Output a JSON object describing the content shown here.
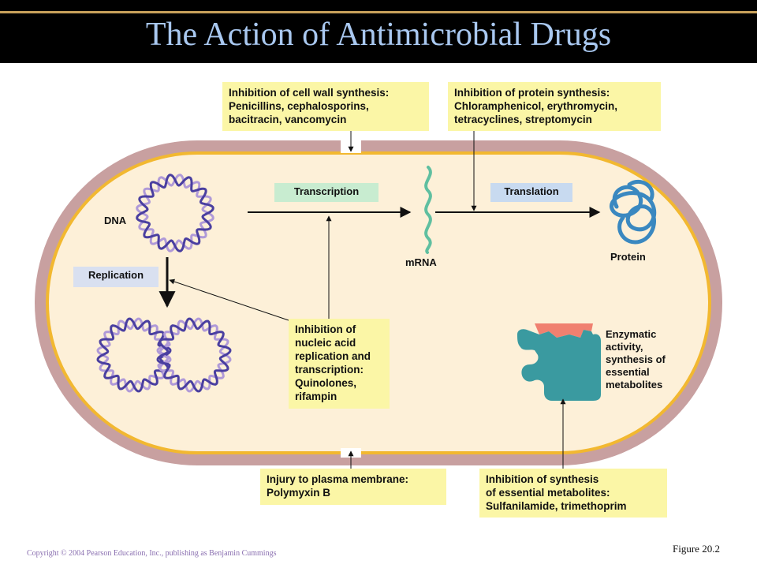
{
  "slide": {
    "title": "The Action of Antimicrobial Drugs",
    "copyright": "Copyright © 2004 Pearson Education, Inc., publishing as Benjamin Cummings",
    "figure_label": "Figure 20.2"
  },
  "colors": {
    "header_bg": "#000000",
    "title_text": "#a9c8f0",
    "cell_wall": "#c8a0a0",
    "cytoplasm": "#fdf0d8",
    "membrane": "#f2b830",
    "callout_box": "#fbf6a6",
    "transcription_tag": "#c8ecd0",
    "translation_tag": "#c8daf0",
    "replication_tag": "#d9e0f0",
    "dna": "#4a3fa0",
    "mrna": "#5fbfa0",
    "protein": "#3a88c0",
    "enzyme": "#3a9aa0",
    "substrate": "#f08070"
  },
  "labels": {
    "dna": "DNA",
    "mrna": "mRNA",
    "protein": "Protein",
    "transcription": "Transcription",
    "translation": "Translation",
    "replication": "Replication",
    "enzymatic": [
      "Enzymatic",
      "activity,",
      "synthesis of",
      "essential",
      "metabolites"
    ]
  },
  "callouts": {
    "cell_wall": [
      "Inhibition of cell wall synthesis:",
      "Penicillins, cephalosporins,",
      "bacitracin, vancomycin"
    ],
    "protein_synthesis": [
      "Inhibition of protein synthesis:",
      "Chloramphenicol, erythromycin,",
      "tetracyclines, streptomycin"
    ],
    "nucleic_acid": [
      "Inhibition of",
      "nucleic acid",
      "replication and",
      "transcription:",
      "Quinolones,",
      "rifampin"
    ],
    "plasma_membrane": [
      "Injury to plasma membrane:",
      "Polymyxin B"
    ],
    "metabolites": [
      "Inhibition of synthesis",
      "of essential metabolites:",
      "Sulfanilamide, trimethoprim"
    ]
  }
}
